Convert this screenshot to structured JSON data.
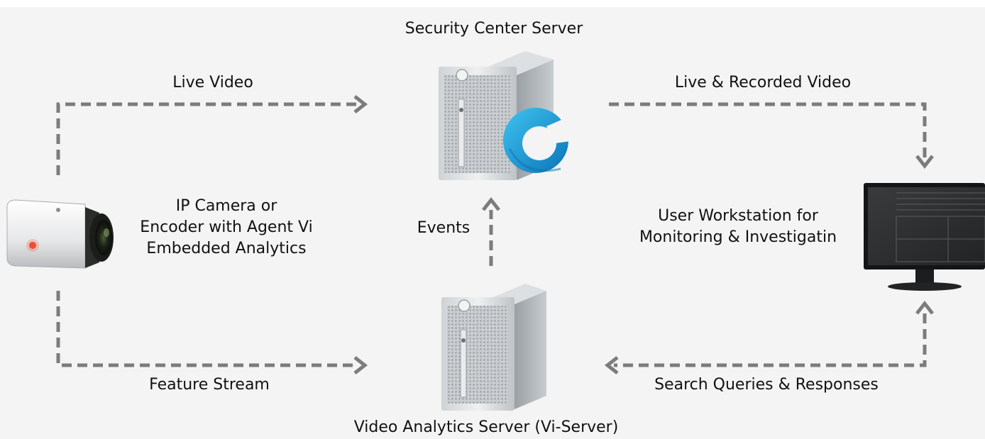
{
  "labels": {
    "security_center": "Security Center Server",
    "live_video": "Live Video",
    "live_recorded": "Live & Recorded Video",
    "camera": [
      "IP Camera or",
      "Encoder with Agent Vi",
      "Embedded Analytics"
    ],
    "events": "Events",
    "workstation": [
      "User Workstation for",
      "Monitoring & Investigatin"
    ],
    "feature_stream": "Feature Stream",
    "search_queries": "Search Queries & Responses",
    "vi_server": "Video Analytics Server (Vi-Server)"
  },
  "colors": {
    "background": "#f3f4f3",
    "connector": "#7c7c7c",
    "logo_blue": "#1a9ad6",
    "server_grey": "#b9bdc1"
  },
  "icons": [
    "ip-camera",
    "security-center-server",
    "security-center-logo",
    "vi-server",
    "workstation-monitor"
  ]
}
